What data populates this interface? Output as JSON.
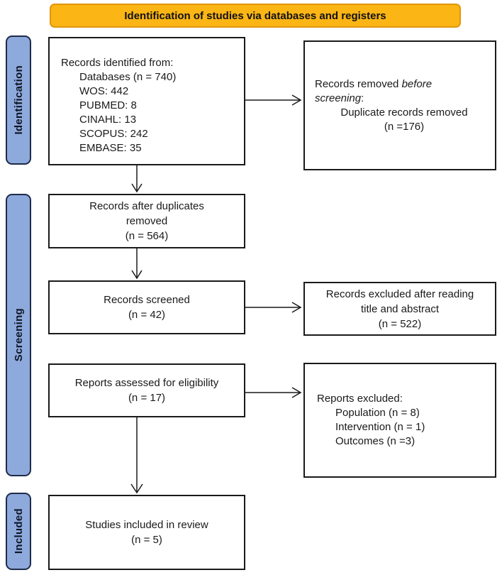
{
  "title_banner": {
    "label": "Identification of studies via databases and registers",
    "background": "#FBB515",
    "border_color": "#E1960F"
  },
  "sidebar": {
    "background": "#8EA9DB",
    "border_color": "#1E2B4A",
    "stages": [
      {
        "id": "identification",
        "label": "Identification"
      },
      {
        "id": "screening",
        "label": "Screening"
      },
      {
        "id": "included",
        "label": "Included"
      }
    ]
  },
  "boxes": {
    "records_identified": {
      "title": "Records identified from:",
      "items": [
        "Databases (n = 740)",
        "WOS: 442",
        "PUBMED: 8",
        "CINAHL: 13",
        "SCOPUS: 242",
        "EMBASE: 35"
      ]
    },
    "records_removed": {
      "prefix": "Records removed ",
      "italic": "before screening",
      "suffix": ":",
      "detail": "Duplicate records removed",
      "count": "(n =176)"
    },
    "records_after_duplicates": {
      "lines": [
        "Records after duplicates",
        "removed",
        "(n = 564)"
      ]
    },
    "records_screened": {
      "lines": [
        "Records screened",
        "(n = 42)"
      ]
    },
    "records_excluded_title_abstract": {
      "lines": [
        "Records excluded after reading",
        "title and abstract",
        "(n = 522)"
      ]
    },
    "reports_assessed": {
      "lines": [
        "Reports assessed for eligibility",
        "(n = 17)"
      ]
    },
    "reports_excluded": {
      "title": "Reports excluded:",
      "items": [
        "Population (n = 8)",
        "Intervention (n = 1)",
        "Outcomes (n =3)"
      ]
    },
    "studies_included": {
      "lines": [
        "Studies included in review",
        "(n = 5)"
      ]
    }
  }
}
